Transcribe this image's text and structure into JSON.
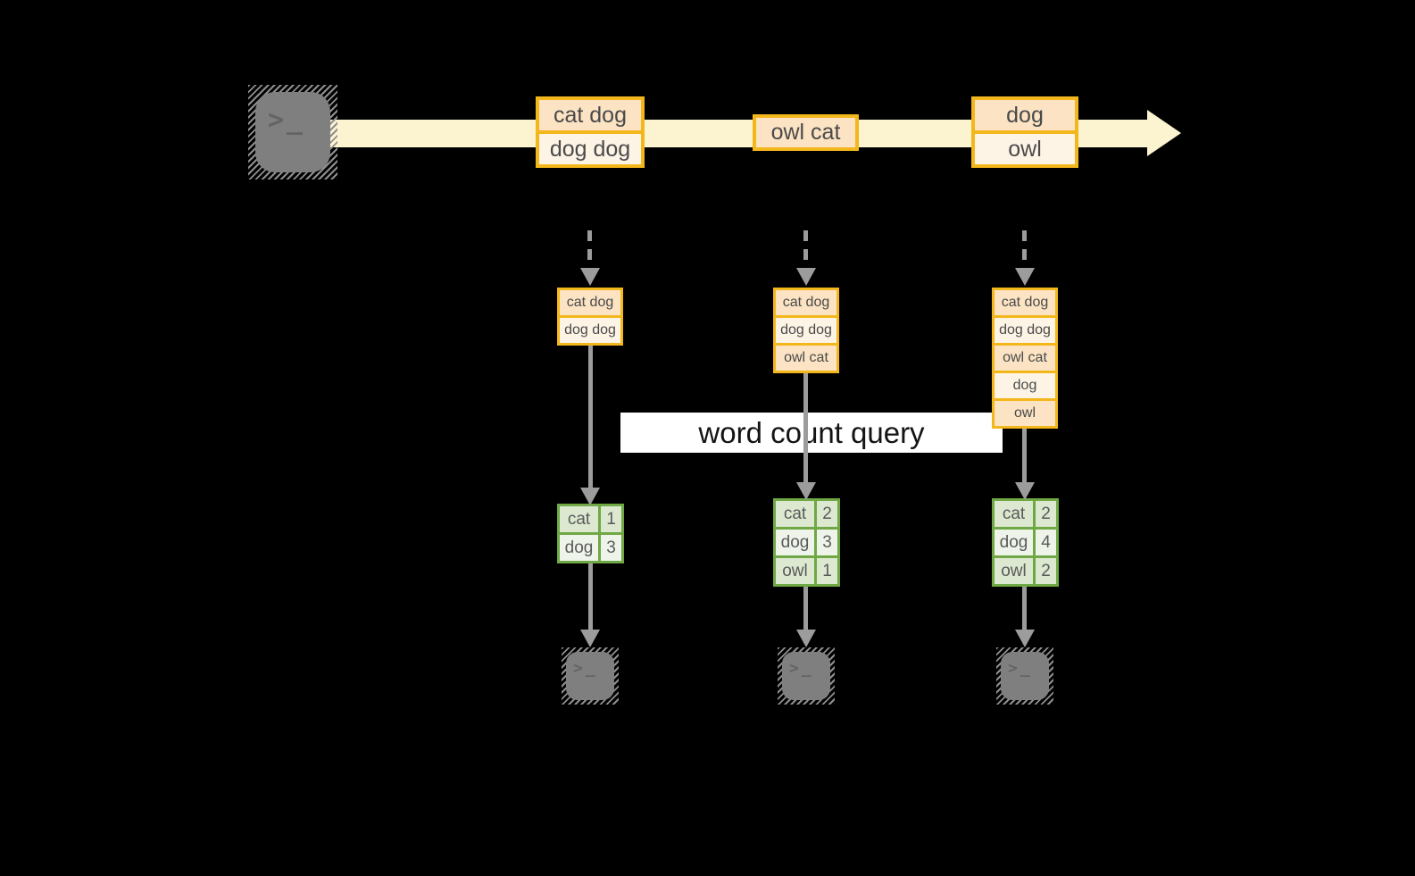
{
  "banner": {
    "label": "word count query"
  },
  "icons": {
    "terminal_glyph": ">_"
  },
  "stream": {
    "events": [
      {
        "lines": [
          "cat dog",
          "dog dog"
        ]
      },
      {
        "lines": [
          "owl cat"
        ]
      },
      {
        "lines": [
          "dog",
          "owl"
        ]
      }
    ]
  },
  "columns": [
    {
      "buffer": [
        "cat dog",
        "dog dog"
      ],
      "counts": [
        {
          "word": "cat",
          "count": "1"
        },
        {
          "word": "dog",
          "count": "3"
        }
      ]
    },
    {
      "buffer": [
        "cat dog",
        "dog dog",
        "owl cat"
      ],
      "counts": [
        {
          "word": "cat",
          "count": "2"
        },
        {
          "word": "dog",
          "count": "3"
        },
        {
          "word": "owl",
          "count": "1"
        }
      ]
    },
    {
      "buffer": [
        "cat dog",
        "dog dog",
        "owl cat",
        "dog",
        "owl"
      ],
      "counts": [
        {
          "word": "cat",
          "count": "2"
        },
        {
          "word": "dog",
          "count": "4"
        },
        {
          "word": "owl",
          "count": "2"
        }
      ]
    }
  ],
  "colors": {
    "stream_band": "#FCF3D0",
    "event_border": "#F3B71C",
    "event_fill_dark": "#FBE3C3",
    "event_fill_light": "#FDF4E6",
    "table_border": "#6FA845",
    "table_fill_dark": "#DCE8D0",
    "table_fill_light": "#EEF4EA",
    "arrow_gray": "#9C9C9C",
    "terminal_gray": "#7F7F7F",
    "banner_bg": "#FFFFFF"
  }
}
